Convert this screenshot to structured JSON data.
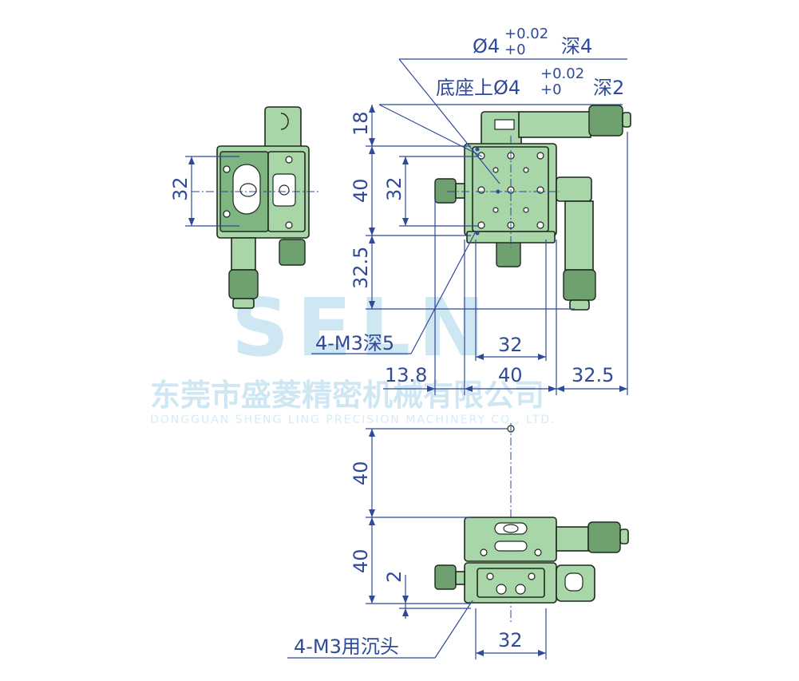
{
  "watermark": {
    "brand": "SELN",
    "company_cn": "东莞市盛菱精密机械有限公司",
    "company_en": "DONGGUAN SHENG LING PRECISION MACHINERY CO., LTD."
  },
  "annotations": {
    "hole_top_base": "Ø4",
    "hole_top_tol_upper": "+0.02",
    "hole_top_tol_lower": "+0",
    "hole_top_depth": "深4",
    "hole_base_prefix": "底座上Ø4",
    "hole_base_tol_upper": "+0.02",
    "hole_base_tol_lower": "+0",
    "hole_base_depth": "深2",
    "thread_top": "4-M3深5",
    "thread_bottom": "4-M3用沉头"
  },
  "dimensions": {
    "side_32": "32",
    "front_18": "18",
    "front_40": "40",
    "front_32": "32",
    "front_32_5_vertical": "32.5",
    "bottom_32_upper": "32",
    "bottom_13_8": "13.8",
    "bottom_40": "40",
    "bottom_32_5": "32.5",
    "lower_40_top": "40",
    "lower_40_bottom": "40",
    "lower_2": "2",
    "lower_32": "32"
  },
  "colors": {
    "dimension": "#2f4a9a",
    "body": "#a9d6a8",
    "watermark": "#cfe6f3"
  }
}
